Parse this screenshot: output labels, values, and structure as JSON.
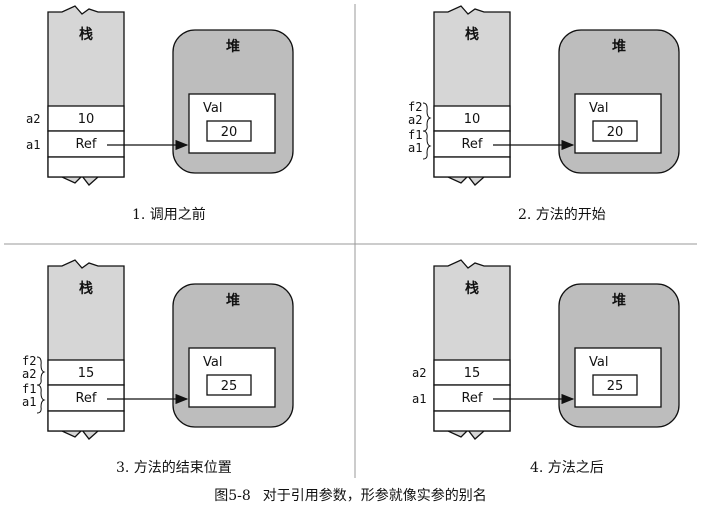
{
  "labels": {
    "stack": "栈",
    "heap": "堆",
    "val": "Val",
    "ref": "Ref",
    "a1": "a1",
    "a2": "a2",
    "f1": "f1",
    "f2": "f2"
  },
  "panels": [
    {
      "caption": "1. 调用之前",
      "cell_value": "10",
      "heap_value": "20",
      "show_params": false
    },
    {
      "caption": "2. 方法的开始",
      "cell_value": "10",
      "heap_value": "20",
      "show_params": true
    },
    {
      "caption": "3. 方法的结束位置",
      "cell_value": "15",
      "heap_value": "25",
      "show_params": true
    },
    {
      "caption": "4. 方法之后",
      "cell_value": "15",
      "heap_value": "25",
      "show_params": false
    }
  ],
  "figure": {
    "number": "图5-8",
    "title": "对于引用参数，形参就像实参的别名"
  },
  "colors": {
    "stack_fill": "#d6d6d6",
    "heap_fill": "#bdbdbd",
    "line": "#111111",
    "divider": "#999999"
  }
}
